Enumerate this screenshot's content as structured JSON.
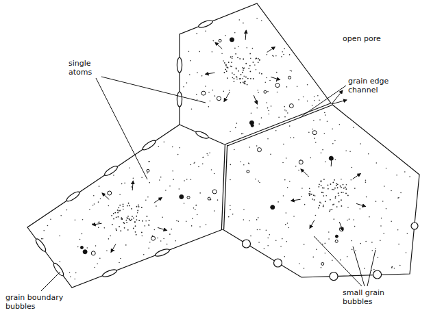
{
  "diagram": {
    "labels": [
      "open pore",
      "single atoms",
      "grain edge channel",
      "grain boundary bubbles",
      "small grain bubbles"
    ]
  }
}
